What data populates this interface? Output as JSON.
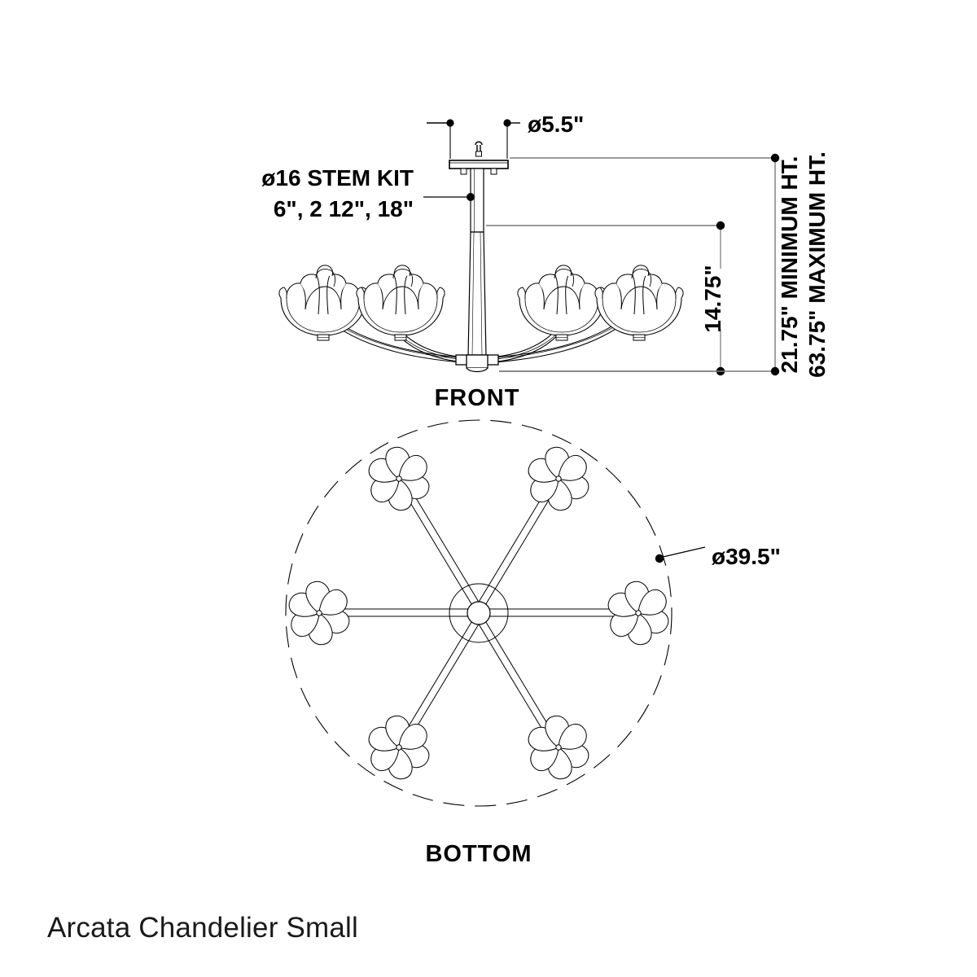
{
  "sheet": {
    "product_title": "Arcata Chandelier Small",
    "background_color": "#ffffff",
    "line_color": "#000000"
  },
  "views": {
    "front": {
      "label": "FRONT",
      "shade_count_visible": 4
    },
    "bottom": {
      "label": "BOTTOM",
      "shade_count": 6
    }
  },
  "annotations": {
    "canopy_diameter": "ø5.5\"",
    "stem_kit_line1": "ø16 STEM KIT",
    "stem_kit_line2": "6\", 2 12\",  18\"",
    "body_height": "14.75\"",
    "minimum_height": "21.75\" MINIMUM HT.",
    "maximum_height": "63.75\" MAXIMUM HT.",
    "overall_diameter": "ø39.5\""
  },
  "chart_data": {
    "type": "table",
    "title": "Arcata Chandelier Small — Dimensional Drawing",
    "rows": [
      {
        "dimension": "Canopy diameter",
        "value": "5.5",
        "unit": "in",
        "label": "ø5.5\""
      },
      {
        "dimension": "Stem kit diameter",
        "value": "16",
        "unit": "in",
        "label": "ø16 STEM KIT"
      },
      {
        "dimension": "Stem kit lengths",
        "value": "6, 12, 12, 18",
        "unit": "in",
        "label": "6\", 2 12\",  18\""
      },
      {
        "dimension": "Fixture body height",
        "value": "14.75",
        "unit": "in",
        "label": "14.75\""
      },
      {
        "dimension": "Minimum overall height",
        "value": "21.75",
        "unit": "in",
        "label": "21.75\" MINIMUM HT."
      },
      {
        "dimension": "Maximum overall height",
        "value": "63.75",
        "unit": "in",
        "label": "63.75\" MAXIMUM HT."
      },
      {
        "dimension": "Overall diameter",
        "value": "39.5",
        "unit": "in",
        "label": "ø39.5\""
      },
      {
        "dimension": "Shade / light count",
        "value": "6",
        "unit": "lights",
        "label": "6"
      }
    ]
  }
}
